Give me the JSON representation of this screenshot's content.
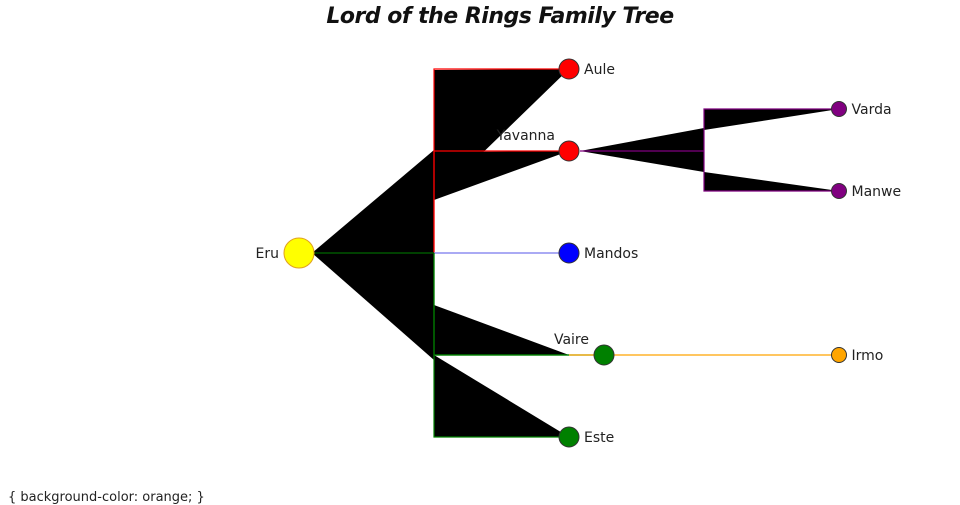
{
  "title": "Lord of the Rings Family Tree",
  "footer_text": "{ background-color: orange; }",
  "nodes": [
    {
      "id": "eru",
      "name": "Eru",
      "color": "#ffff00",
      "stroke": "#e0a020",
      "label_side": "left"
    },
    {
      "id": "aule",
      "name": "Aule",
      "color": "#ff0000",
      "stroke": "#333333",
      "label_side": "right"
    },
    {
      "id": "yavanna",
      "name": "Yavanna",
      "color": "#ff0000",
      "stroke": "#333333",
      "label_side": "above"
    },
    {
      "id": "mandos",
      "name": "Mandos",
      "color": "#0000ff",
      "stroke": "#333333",
      "label_side": "right"
    },
    {
      "id": "vaire",
      "name": "Vaire",
      "color": "#008000",
      "stroke": "#333333",
      "label_side": "above"
    },
    {
      "id": "este",
      "name": "Este",
      "color": "#008000",
      "stroke": "#333333",
      "label_side": "right"
    },
    {
      "id": "varda",
      "name": "Varda",
      "color": "#800080",
      "stroke": "#333333",
      "label_side": "right"
    },
    {
      "id": "manwe",
      "name": "Manwe",
      "color": "#800080",
      "stroke": "#333333",
      "label_side": "right"
    },
    {
      "id": "irmo",
      "name": "Irmo",
      "color": "#ffa500",
      "stroke": "#333333",
      "label_side": "right"
    }
  ],
  "edges": [
    {
      "from": "eru",
      "to": "aule",
      "color": "#ff0000"
    },
    {
      "from": "eru",
      "to": "yavanna",
      "color": "#ff0000"
    },
    {
      "from": "eru",
      "to": "mandos",
      "color": "#7777ee"
    },
    {
      "from": "eru",
      "to": "vaire",
      "color": "#008000"
    },
    {
      "from": "eru",
      "to": "este",
      "color": "#008000"
    },
    {
      "from": "yavanna",
      "to": "varda",
      "color": "#800080"
    },
    {
      "from": "yavanna",
      "to": "manwe",
      "color": "#800080"
    },
    {
      "from": "vaire",
      "to": "irmo",
      "color": "#ffa500"
    }
  ]
}
